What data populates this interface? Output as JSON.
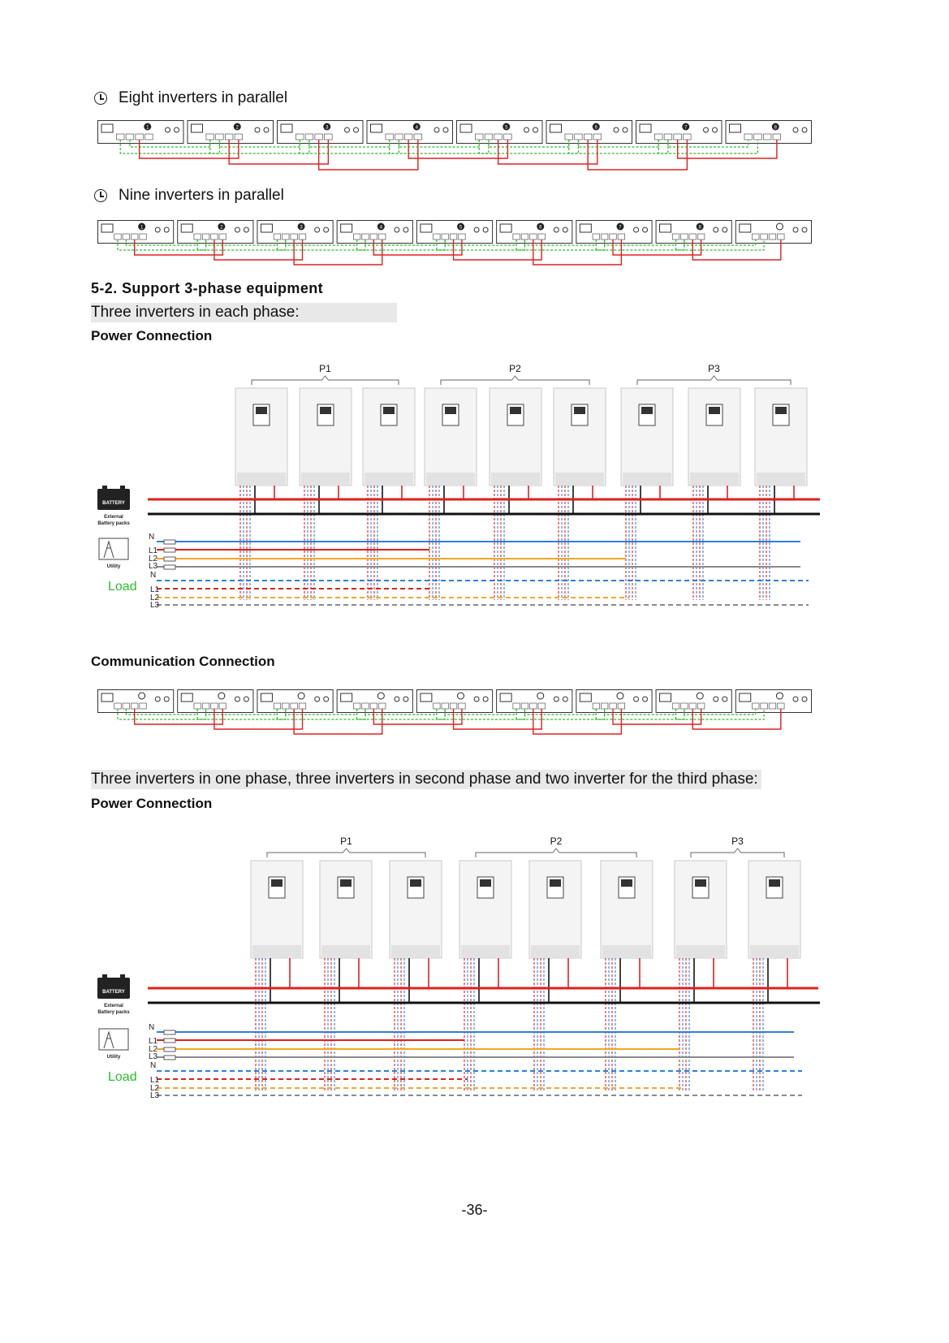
{
  "sections": {
    "eight": {
      "label": "Eight inverters in parallel",
      "unit_numbers": [
        "1",
        "2",
        "3",
        "4",
        "5",
        "6",
        "7",
        "8"
      ]
    },
    "nine": {
      "label": "Nine inverters in parallel",
      "unit_numbers": [
        "1",
        "2",
        "3",
        "4",
        "5",
        "6",
        "7",
        "8",
        ""
      ]
    }
  },
  "three_phase": {
    "title": "5-2. Support 3-phase equipment",
    "case1": {
      "label": "Three inverters in each phase:",
      "power_title": "Power Connection",
      "phases": [
        "P1",
        "P2",
        "P3"
      ],
      "comm_title": "Communication Connection"
    },
    "case2": {
      "label": "Three inverters in one phase, three inverters in second phase and two inverter for the third phase:",
      "power_title": "Power Connection",
      "phases": [
        "P1",
        "P2",
        "P3"
      ]
    },
    "wire_labels": {
      "n": "N",
      "l1": "L1",
      "l2": "L2",
      "l3": "L3",
      "load": "Load"
    },
    "battery": {
      "badge": "BATTERY",
      "caption_line1": "External",
      "caption_line2": "Battery packs"
    },
    "utility": {
      "caption": "Utility"
    }
  },
  "page_number": "-36-",
  "colors": {
    "red": "#e02020",
    "blue": "#2f7fe0",
    "orange": "#f5a623",
    "gray": "#8a8a8a",
    "green": "#2dbb2d",
    "black": "#111111"
  }
}
